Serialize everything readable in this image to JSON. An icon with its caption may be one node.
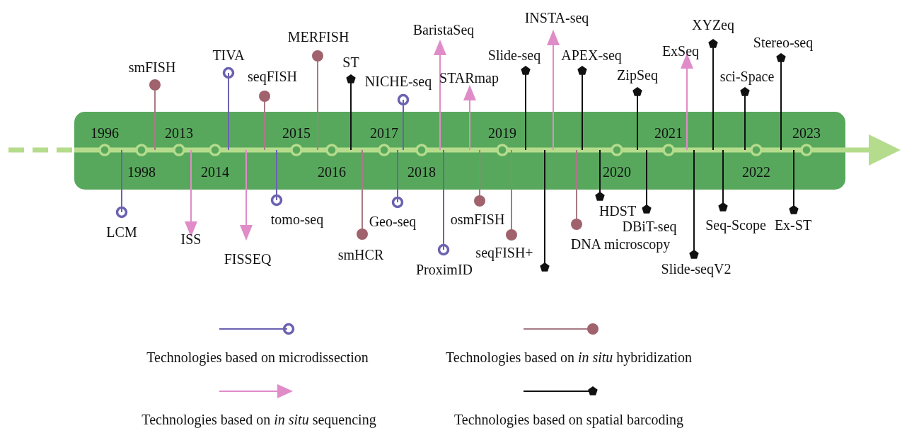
{
  "diagram": {
    "labels": [
      "1996",
      "1998",
      "2013",
      "2014",
      "2015",
      "2016",
      "2017",
      "2018",
      "2019",
      "2020",
      "2021",
      "2022",
      "2023",
      "smFISH",
      "TIVA",
      "seqFISH",
      "MERFISH",
      "ST",
      "NICHE-seq",
      "BaristaSeq",
      "STARmap",
      "Slide-seq",
      "INSTA-seq",
      "APEX-seq",
      "ZipSeq",
      "ExSeq",
      "XYZeq",
      "sci-Space",
      "Stereo-seq",
      "LCM",
      "ISS",
      "FISSEQ",
      "tomo-seq",
      "smHCR",
      "Geo-seq",
      "ProximID",
      "osmFISH",
      "seqFISH+",
      "HDST",
      "DNA microscopy",
      "DBiT-seq",
      "Slide-seqV2",
      "Seq-Scope",
      "Ex-ST"
    ],
    "legend": [
      {
        "text": "Technologies based on microdissection"
      },
      {
        "text": "Technologies based on *in situ* hybridization"
      },
      {
        "text": "Technologies based on *in situ* sequencing"
      },
      {
        "text": "Technologies based on spatial barcoding"
      }
    ]
  }
}
